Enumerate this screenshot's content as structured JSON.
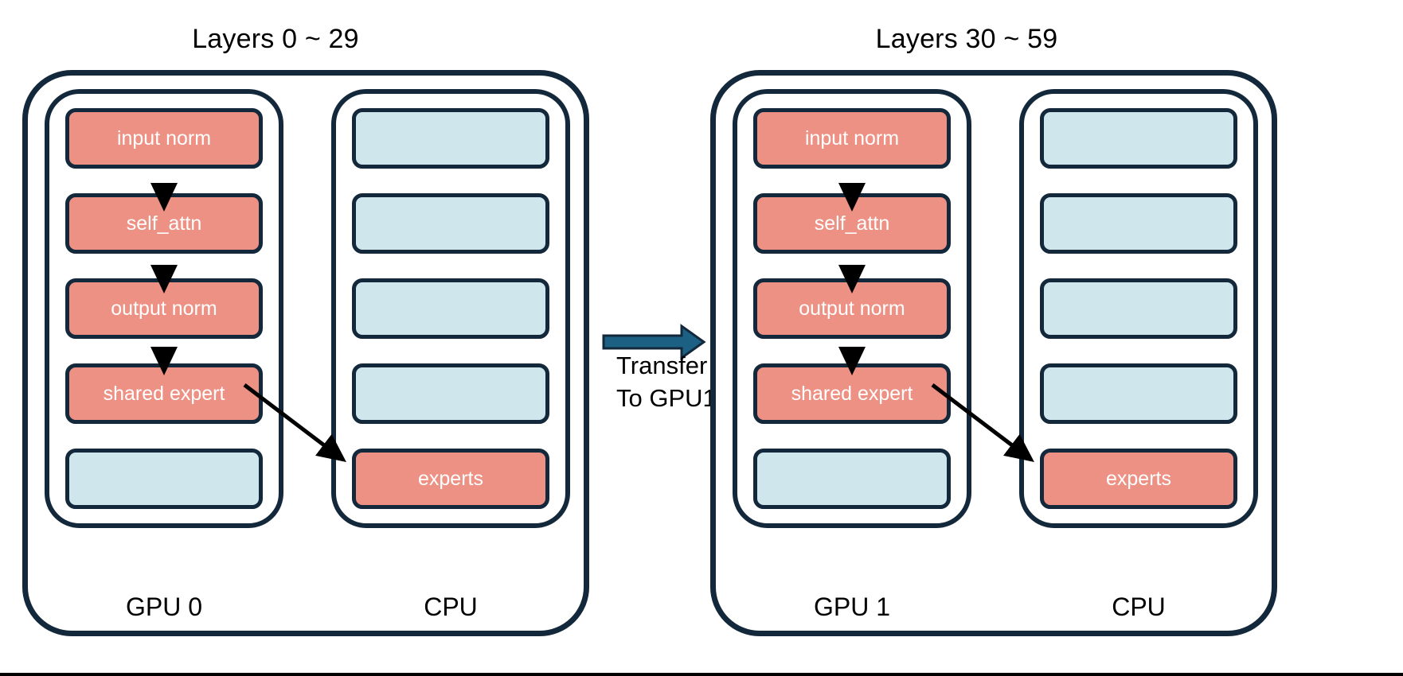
{
  "diagram": {
    "title_semantic": "moe-layer-offload-gpu-cpu-pipeline",
    "colors": {
      "active_block": "#ED9184",
      "idle_block": "#D0E6ED",
      "outline": "#13283B",
      "transfer_arrow": "#1C6184",
      "flow_arrow": "#000000",
      "background": "#FFFFFF"
    }
  },
  "groups": [
    {
      "title": "Layers 0 ~ 29",
      "gpu": {
        "label": "GPU 0",
        "blocks": [
          {
            "label": "input norm",
            "state": "active"
          },
          {
            "label": "self_attn",
            "state": "active"
          },
          {
            "label": "output norm",
            "state": "active"
          },
          {
            "label": "shared expert",
            "state": "active"
          },
          {
            "label": "",
            "state": "idle"
          }
        ]
      },
      "cpu": {
        "label": "CPU",
        "blocks": [
          {
            "label": "",
            "state": "idle"
          },
          {
            "label": "",
            "state": "idle"
          },
          {
            "label": "",
            "state": "idle"
          },
          {
            "label": "",
            "state": "idle"
          },
          {
            "label": "experts",
            "state": "active"
          }
        ]
      }
    },
    {
      "title": "Layers 30 ~ 59",
      "gpu": {
        "label": "GPU 1",
        "blocks": [
          {
            "label": "input norm",
            "state": "active"
          },
          {
            "label": "self_attn",
            "state": "active"
          },
          {
            "label": "output norm",
            "state": "active"
          },
          {
            "label": "shared expert",
            "state": "active"
          },
          {
            "label": "",
            "state": "idle"
          }
        ]
      },
      "cpu": {
        "label": "CPU",
        "blocks": [
          {
            "label": "",
            "state": "idle"
          },
          {
            "label": "",
            "state": "idle"
          },
          {
            "label": "",
            "state": "idle"
          },
          {
            "label": "",
            "state": "idle"
          },
          {
            "label": "experts",
            "state": "active"
          }
        ]
      }
    }
  ],
  "transfer": {
    "line1": "Transfer",
    "line2": "To GPU1"
  }
}
